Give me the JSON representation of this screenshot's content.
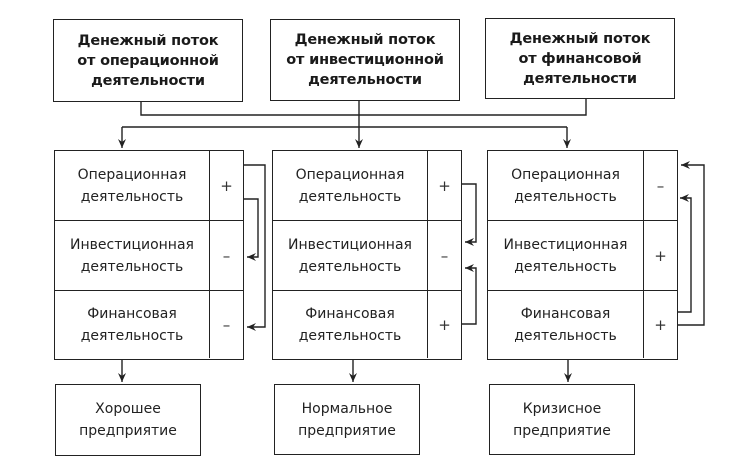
{
  "sources": [
    {
      "lines": [
        "Денежный поток",
        "от операционной",
        "деятельности"
      ]
    },
    {
      "lines": [
        "Денежный поток",
        "от инвестиционной",
        "деятельности"
      ]
    },
    {
      "lines": [
        "Денежный поток",
        "от финансовой",
        "деятельности"
      ]
    }
  ],
  "tables": [
    {
      "rows": [
        {
          "line1": "Операционная",
          "line2": "деятельность",
          "sign": "+"
        },
        {
          "line1": "Инвестиционная",
          "line2": "деятельность",
          "sign": "–"
        },
        {
          "line1": "Финансовая",
          "line2": "деятельность",
          "sign": "–"
        }
      ]
    },
    {
      "rows": [
        {
          "line1": "Операционная",
          "line2": "деятельность",
          "sign": "+"
        },
        {
          "line1": "Инвестиционная",
          "line2": "деятельность",
          "sign": "–"
        },
        {
          "line1": "Финансовая",
          "line2": "деятельность",
          "sign": "+"
        }
      ]
    },
    {
      "rows": [
        {
          "line1": "Операционная",
          "line2": "деятельность",
          "sign": "–"
        },
        {
          "line1": "Инвестиционная",
          "line2": "деятельность",
          "sign": "+"
        },
        {
          "line1": "Финансовая",
          "line2": "деятельность",
          "sign": "+"
        }
      ]
    }
  ],
  "outcomes": [
    {
      "lines": [
        "Хорошее",
        "предприятие"
      ]
    },
    {
      "lines": [
        "Нормальное",
        "предприятие"
      ]
    },
    {
      "lines": [
        "Кризисное",
        "предприятие"
      ]
    }
  ],
  "colors": {
    "line": "#222222",
    "background": "#ffffff"
  }
}
